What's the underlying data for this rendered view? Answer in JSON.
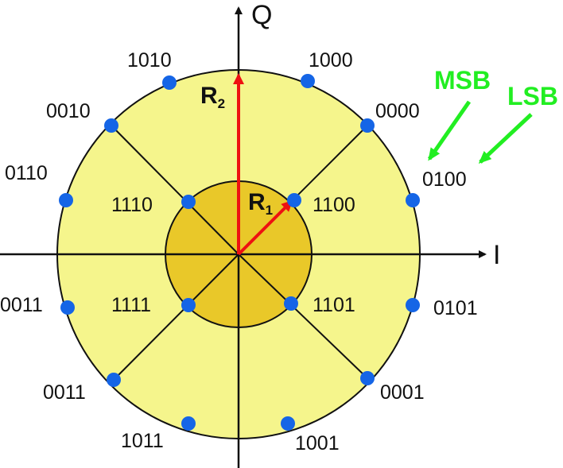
{
  "axes": {
    "i_label": "I",
    "q_label": "Q"
  },
  "vectors": {
    "r1": {
      "main": "R",
      "sub": "1"
    },
    "r2": {
      "main": "R",
      "sub": "2"
    }
  },
  "bit_labels": {
    "msb": "MSB",
    "lsb": "LSB"
  },
  "points": {
    "outer_1000": "1000",
    "outer_0000": "0000",
    "outer_0100": "0100",
    "outer_0101": "0101",
    "outer_0001": "0001",
    "outer_1001": "1001",
    "outer_1011": "1011",
    "outer_0011_lower": "0011",
    "outer_0011_left": "0011",
    "outer_0110": "0110",
    "outer_0010": "0010",
    "outer_1010": "1010",
    "inner_1100": "1100",
    "inner_1110": "1110",
    "inner_1111": "1111",
    "inner_1101": "1101"
  },
  "colors": {
    "outer_ring": "#f5f58c",
    "inner_disk": "#e9c829",
    "point": "#1565e6",
    "vector": "#ee1111",
    "bit_arrow": "#22ee22"
  }
}
